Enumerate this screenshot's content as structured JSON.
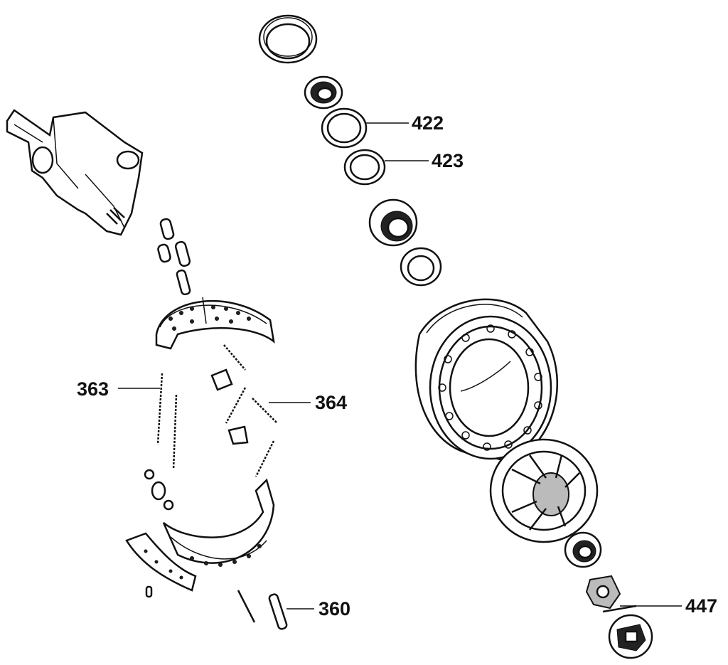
{
  "diagram": {
    "callouts": [
      {
        "id": "422"
      },
      {
        "id": "423"
      },
      {
        "id": "363"
      },
      {
        "id": "364"
      },
      {
        "id": "360"
      },
      {
        "id": "447"
      }
    ]
  }
}
